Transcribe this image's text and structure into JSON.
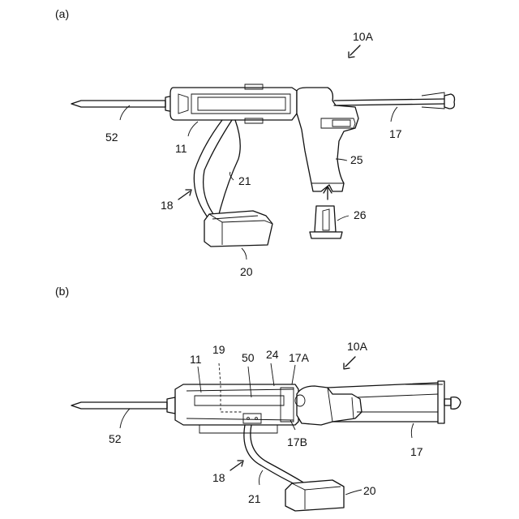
{
  "panels": [
    {
      "tag": "(a)",
      "labels": {
        "assembly": "10A",
        "nozzle": "52",
        "cylinder": "11",
        "rod": "17",
        "cable": "21",
        "cable_group": "18",
        "handle": "25",
        "battery_plug": "26",
        "battery": "20"
      }
    },
    {
      "tag": "(b)",
      "labels": {
        "assembly": "10A",
        "cylinder": "11",
        "dashed_part": "19",
        "part50": "50",
        "part24": "24",
        "part17A": "17A",
        "part17B": "17B",
        "nozzle": "52",
        "rod": "17",
        "cable_group": "18",
        "cable": "21",
        "battery": "20"
      }
    }
  ]
}
